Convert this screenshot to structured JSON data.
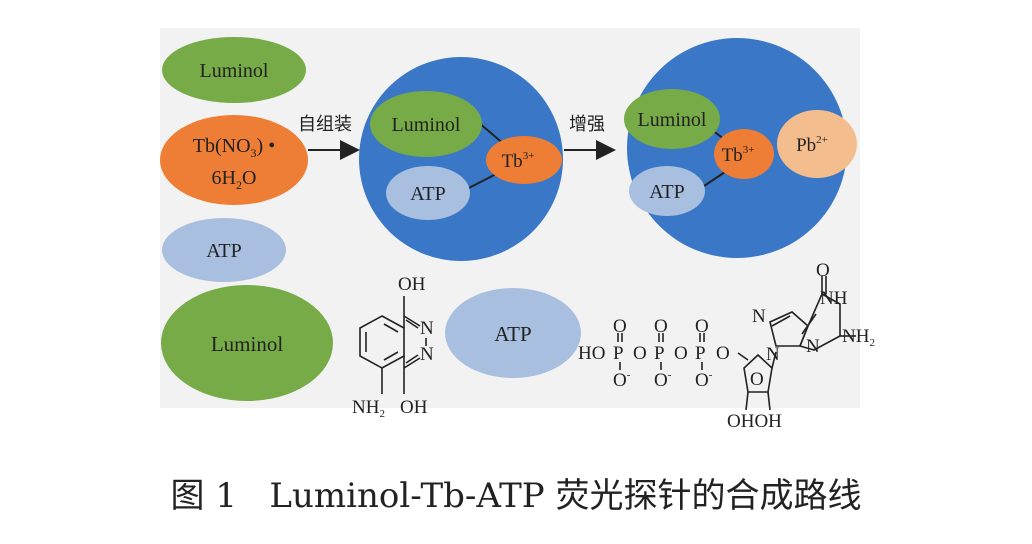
{
  "labels": {
    "luminol": "Luminol",
    "tb_nitrate_line1": "Tb(NO",
    "tb_nitrate_sub3": "3",
    "tb_nitrate_close": ") •",
    "tb_nitrate_line2_a": "6H",
    "tb_nitrate_sub2": "2",
    "tb_nitrate_line2_b": "O",
    "atp": "ATP",
    "tb": "Tb",
    "tb_charge": "3+",
    "pb": "Pb",
    "pb_charge": "2+",
    "arrow1": "自组装",
    "arrow2": "增强"
  },
  "luminol_structure": {
    "oh_top": "OH",
    "n_upper": "N",
    "n_lower": "N",
    "oh_bottom": "OH",
    "nh2_a": "NH",
    "nh2_sub": "2"
  },
  "atp_structure": {
    "ho": "HO",
    "p": "P",
    "o": "O",
    "o_minus": "O",
    "minus": "-",
    "n": "N",
    "nh": "NH",
    "nh2_a": "NH",
    "nh2_sub": "2",
    "ohoh": "OHOH"
  },
  "caption": "图 1   Luminol-Tb-ATP 荧光探针的合成路线",
  "colors": {
    "background_panel": "#f2f2f2",
    "luminol_green": "#77ab47",
    "tb_orange": "#ee7d35",
    "atp_blue": "#a9bfe0",
    "sphere_blue": "#3a78c7",
    "pb_peach": "#f4bd8e",
    "line_dark": "#222222"
  }
}
